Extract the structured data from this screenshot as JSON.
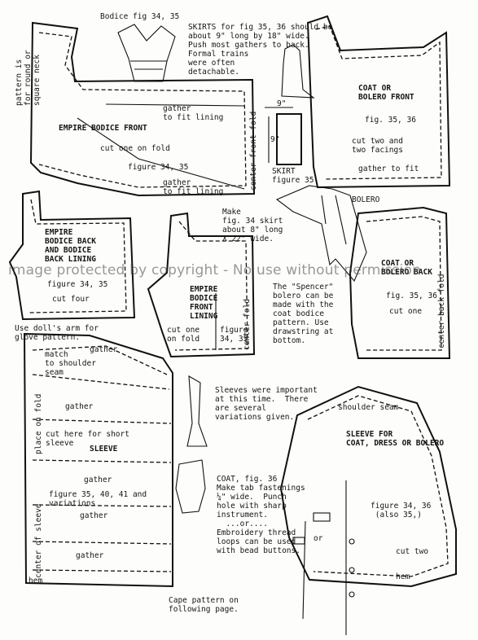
{
  "labels": {
    "bodice_fig": "Bodice fig 34, 35",
    "skirts_note": "SKIRTS for fig 35, 36 should be\nabout 9\" long by 18\" wide.\nPush most gathers to back.\nFormal trains\nwere often\ndetachable.",
    "pattern_round_neck": "pattern is\nfor round or\nsquare neck",
    "gather_fit_lining_1": "gather\nto fit lining",
    "empire_front": "EMPIRE BODICE FRONT",
    "cut_one_fold": "cut one on fold",
    "figure_34_35": "figure 34, 35",
    "gather_fit_lining_2": "gather\nto fit lining",
    "center_front_fold": "center front fold",
    "dim_9": "9\"",
    "dim_9b": "9\"",
    "skirt_fig": "SKIRT\nfigure 35",
    "coat_front": "COAT OR\nBOLERO FRONT",
    "coat_front_fig": "fig. 35, 36",
    "coat_front_cut": "cut two and\ntwo facings",
    "gather_to_fit": "gather to fit",
    "bolero": "BOLERO",
    "empire_back": "EMPIRE\nBODICE BACK\nAND BODICE\nBACK LINING",
    "empire_back_fig": "figure 34, 35",
    "cut_four": "cut four",
    "dolls_arm": "Use doll's arm for\nglove pattern.",
    "make_skirt": "Make\nfig. 34 skirt\nabout 8\" long\nX 22\" wide.",
    "empire_lining": "EMPIRE\nBODICE\nFRONT\nLINING",
    "cut_one_on_fold": "cut one\non fold",
    "figure_34_35b": "figure\n34, 35",
    "center_fold": "center fold",
    "spencer_note": "The \"Spencer\"\nbolero can be\nmade with the\ncoat bodice\npattern. Use\ndrawstring at\nbottom.",
    "coat_back": "COAT OR\nBOLERO BACK",
    "coat_back_fig": "fig. 35, 36",
    "cut_one": "cut one",
    "center_back_fold": "center back fold",
    "match_shoulder": "match\nto shoulder\nseam",
    "gather_a": "gather",
    "gather_b": "gather",
    "place_on_fold": "place on fold",
    "cut_here_short": "cut here for short\nsleeve",
    "sleeve": "SLEEVE",
    "gather_c": "gather",
    "sleeve_figs": "figure 35, 40, 41 and\nvariations",
    "gather_d": "gather",
    "center_of_sleeve": "center of sleeve",
    "gather_e": "gather",
    "hem_left": "hem",
    "sleeves_note": "Sleeves were important\nat this time.  There\nare several\nvariations given.",
    "shoulder_seam": "shoulder seam",
    "sleeve_coat": "SLEEVE FOR\nCOAT, DRESS OR BOLERO",
    "coat_fig36": "COAT, fig. 36\nMake tab fastenings\n¼\" wide.  Punch\nhole with sharp\ninstrument.\n  ...or....\nEmbroidery thread\nloops can be used\nwith bead buttons.",
    "or_small": "or",
    "sleeve_coat_fig": "figure 34, 36\n (also 35,)",
    "cut_two": "cut two",
    "hem_right": "hem",
    "cape_note": "Cape pattern on\nfollowing page."
  },
  "watermark": "image protected by copyright - No use without permission",
  "colors": {
    "ink": "#111111",
    "paper": "#fdfdfb"
  }
}
